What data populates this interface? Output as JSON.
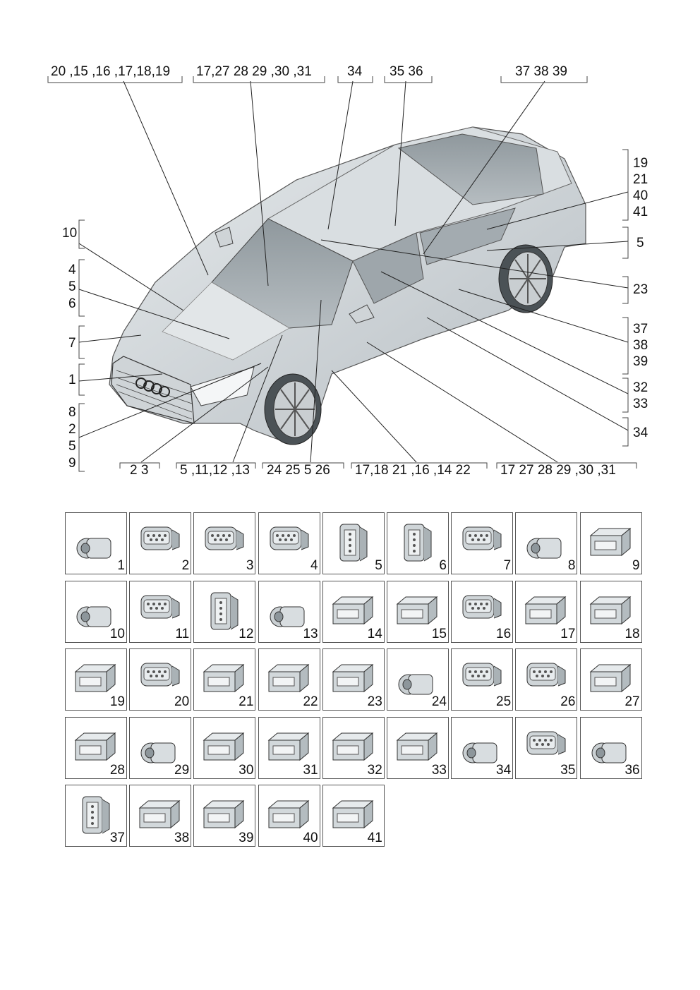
{
  "top_labels": [
    "20 ,15 ,16 ,17,18,19",
    "17,27 28 29 ,30 ,31",
    "34",
    "35 36",
    "37 38 39"
  ],
  "right_labels": [
    [
      "19",
      "21",
      "40",
      "41"
    ],
    [
      "5"
    ],
    [
      "23"
    ],
    [
      "37",
      "38",
      "39"
    ],
    [
      "32",
      "33"
    ],
    [
      "34"
    ]
  ],
  "left_labels": [
    [
      "10"
    ],
    [
      "4",
      "5",
      "6"
    ],
    [
      "7"
    ],
    [
      "1"
    ],
    [
      "8",
      "2",
      "5",
      "9"
    ]
  ],
  "bottom_labels": [
    "2 3",
    "5 ,11,12 ,13",
    "24 25 5 26",
    "17,18 21 ,16 ,14 22",
    "17 27 28 29 ,30 ,31"
  ],
  "parts": [
    {
      "num": "1",
      "icon": "round-plug-connector-icon"
    },
    {
      "num": "2",
      "icon": "multi-pin-housing-icon"
    },
    {
      "num": "3",
      "icon": "multi-pin-housing-icon"
    },
    {
      "num": "4",
      "icon": "oval-housing-icon"
    },
    {
      "num": "5",
      "icon": "vertical-housing-icon"
    },
    {
      "num": "6",
      "icon": "three-pin-housing-icon"
    },
    {
      "num": "7",
      "icon": "two-pin-housing-icon"
    },
    {
      "num": "8",
      "icon": "round-housing-icon"
    },
    {
      "num": "9",
      "icon": "angled-block-connector-icon"
    },
    {
      "num": "10",
      "icon": "antenna-connector-icon"
    },
    {
      "num": "11",
      "icon": "multi-pin-housing-icon"
    },
    {
      "num": "12",
      "icon": "vertical-housing-icon"
    },
    {
      "num": "13",
      "icon": "round-plug-connector-icon"
    },
    {
      "num": "14",
      "icon": "flat-housing-icon"
    },
    {
      "num": "15",
      "icon": "vertical-block-connector-icon"
    },
    {
      "num": "16",
      "icon": "latched-housing-icon"
    },
    {
      "num": "17",
      "icon": "block-housing-icon"
    },
    {
      "num": "18",
      "icon": "block-housing-icon"
    },
    {
      "num": "19",
      "icon": "block-housing-icon"
    },
    {
      "num": "20",
      "icon": "latched-housing-icon"
    },
    {
      "num": "21",
      "icon": "block-housing-icon"
    },
    {
      "num": "22",
      "icon": "tall-stack-connector-icon"
    },
    {
      "num": "23",
      "icon": "stacked-block-connector-icon"
    },
    {
      "num": "24",
      "icon": "round-socket-connector-icon"
    },
    {
      "num": "25",
      "icon": "multi-pin-housing-icon"
    },
    {
      "num": "26",
      "icon": "multi-pin-housing-icon"
    },
    {
      "num": "27",
      "icon": "small-block-connector-icon"
    },
    {
      "num": "28",
      "icon": "wedge-connector-icon"
    },
    {
      "num": "29",
      "icon": "cylinder-connector-icon"
    },
    {
      "num": "30",
      "icon": "cube-housing-icon"
    },
    {
      "num": "31",
      "icon": "cube-housing-icon"
    },
    {
      "num": "32",
      "icon": "frame-connector-icon"
    },
    {
      "num": "33",
      "icon": "flat-housing-icon"
    },
    {
      "num": "34",
      "icon": "curved-boot-icon"
    },
    {
      "num": "35",
      "icon": "oval-housing-icon"
    },
    {
      "num": "36",
      "icon": "round-plug-connector-icon"
    },
    {
      "num": "37",
      "icon": "three-pin-housing-icon"
    },
    {
      "num": "38",
      "icon": "grid-block-connector-icon"
    },
    {
      "num": "39",
      "icon": "grid-block-connector-icon"
    },
    {
      "num": "40",
      "icon": "grid-block-connector-icon"
    },
    {
      "num": "41",
      "icon": "grid-block-connector-icon"
    }
  ]
}
